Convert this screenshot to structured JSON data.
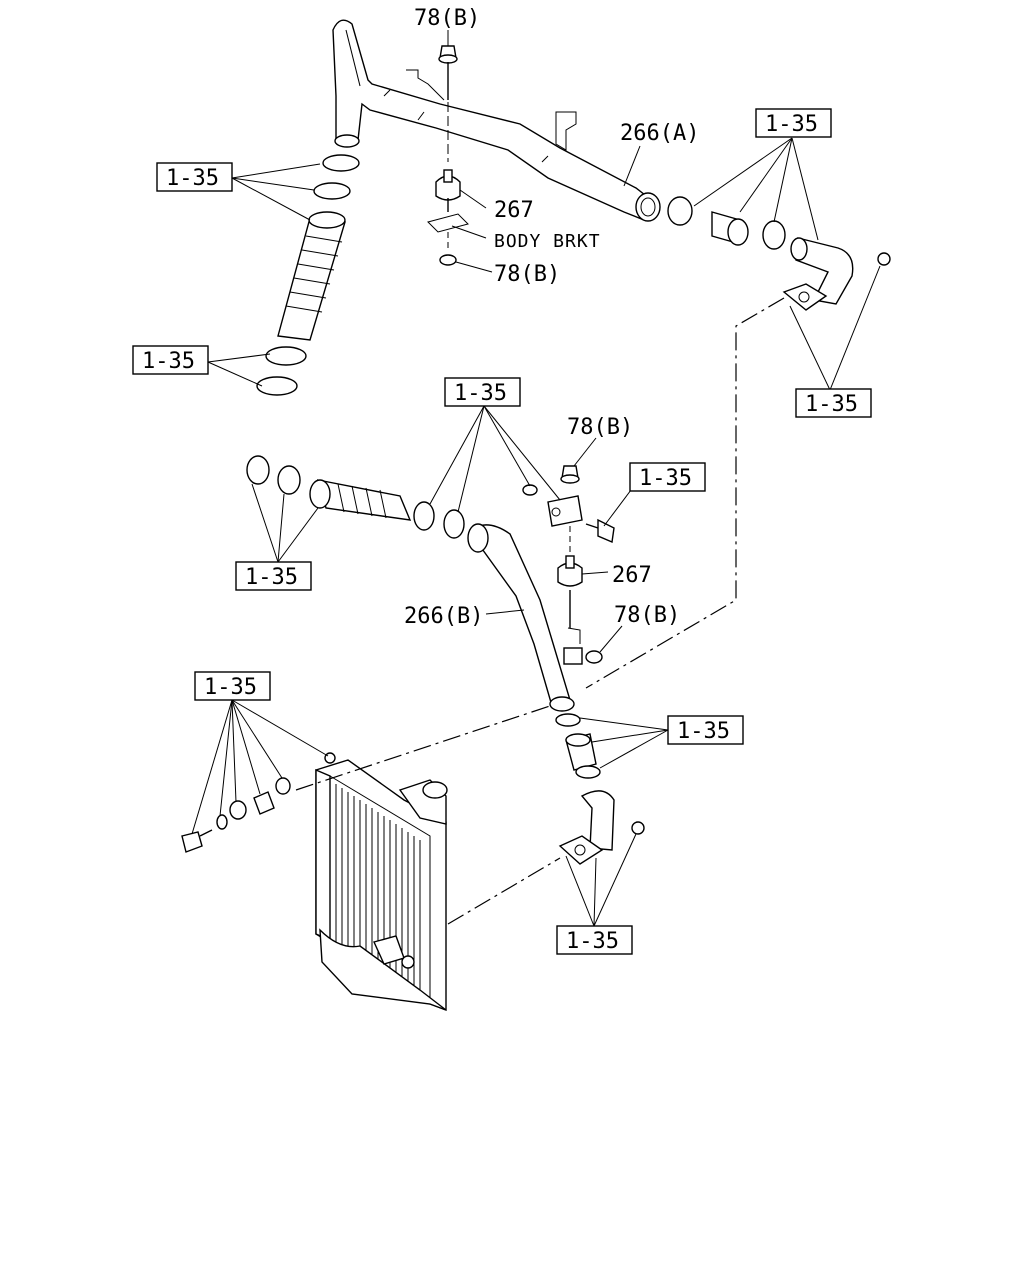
{
  "labels": {
    "nut_78b": "78(B)",
    "mount_267": "267",
    "pipe_266a": "266(A)",
    "pipe_266b": "266(B)",
    "ref_1_35": "1-35",
    "body_brkt": "BODY BRKT"
  }
}
